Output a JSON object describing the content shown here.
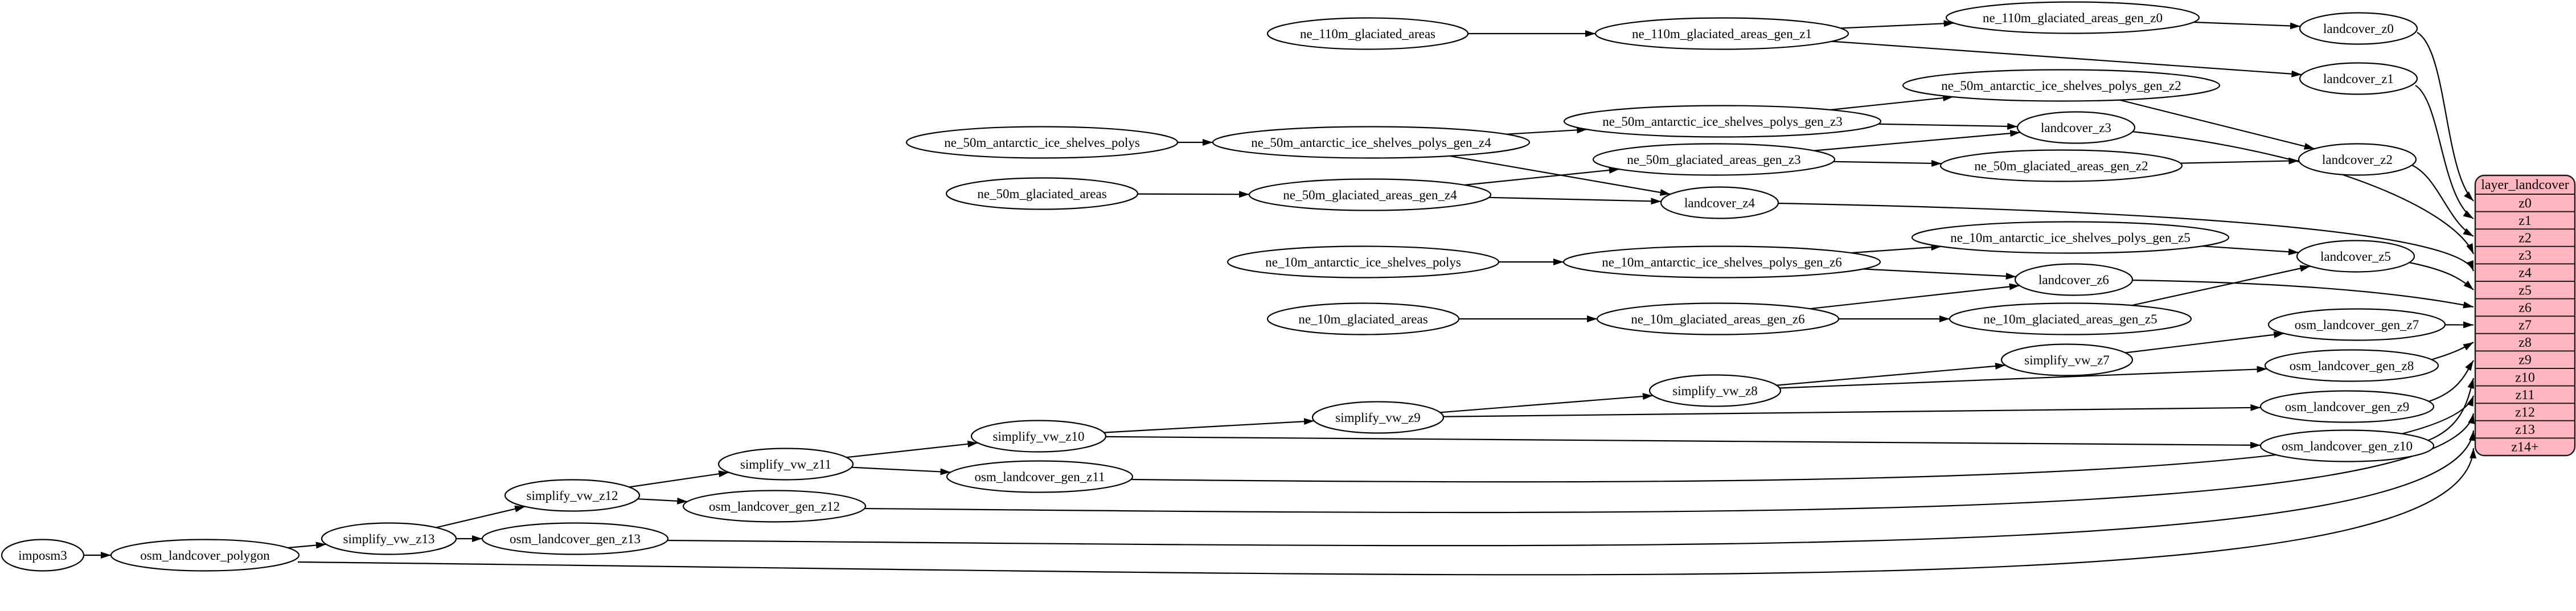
{
  "table": {
    "title": "layer_landcover",
    "rows": [
      "z0",
      "z1",
      "z2",
      "z3",
      "z4",
      "z5",
      "z6",
      "z7",
      "z8",
      "z9",
      "z10",
      "z11",
      "z12",
      "z13",
      "z14+"
    ]
  },
  "nodes": [
    {
      "id": "imposm3",
      "label": "imposm3"
    },
    {
      "id": "osm_landcover_polygon",
      "label": "osm_landcover_polygon"
    },
    {
      "id": "simplify_vw_z13",
      "label": "simplify_vw_z13"
    },
    {
      "id": "osm_landcover_gen_z13",
      "label": "osm_landcover_gen_z13"
    },
    {
      "id": "simplify_vw_z12",
      "label": "simplify_vw_z12"
    },
    {
      "id": "osm_landcover_gen_z12",
      "label": "osm_landcover_gen_z12"
    },
    {
      "id": "simplify_vw_z11",
      "label": "simplify_vw_z11"
    },
    {
      "id": "osm_landcover_gen_z11",
      "label": "osm_landcover_gen_z11"
    },
    {
      "id": "simplify_vw_z10",
      "label": "simplify_vw_z10"
    },
    {
      "id": "simplify_vw_z9",
      "label": "simplify_vw_z9"
    },
    {
      "id": "simplify_vw_z8",
      "label": "simplify_vw_z8"
    },
    {
      "id": "simplify_vw_z7",
      "label": "simplify_vw_z7"
    },
    {
      "id": "osm_landcover_gen_z10",
      "label": "osm_landcover_gen_z10"
    },
    {
      "id": "osm_landcover_gen_z9",
      "label": "osm_landcover_gen_z9"
    },
    {
      "id": "osm_landcover_gen_z8",
      "label": "osm_landcover_gen_z8"
    },
    {
      "id": "osm_landcover_gen_z7",
      "label": "osm_landcover_gen_z7"
    },
    {
      "id": "ne_110m_glaciated_areas",
      "label": "ne_110m_glaciated_areas"
    },
    {
      "id": "ne_110m_glaciated_areas_gen_z1",
      "label": "ne_110m_glaciated_areas_gen_z1"
    },
    {
      "id": "ne_110m_glaciated_areas_gen_z0",
      "label": "ne_110m_glaciated_areas_gen_z0"
    },
    {
      "id": "landcover_z0",
      "label": "landcover_z0"
    },
    {
      "id": "landcover_z1",
      "label": "landcover_z1"
    },
    {
      "id": "ne_50m_antarctic_ice_shelves_polys",
      "label": "ne_50m_antarctic_ice_shelves_polys"
    },
    {
      "id": "ne_50m_antarctic_ice_shelves_polys_gen_z4",
      "label": "ne_50m_antarctic_ice_shelves_polys_gen_z4"
    },
    {
      "id": "ne_50m_antarctic_ice_shelves_polys_gen_z3",
      "label": "ne_50m_antarctic_ice_shelves_polys_gen_z3"
    },
    {
      "id": "ne_50m_antarctic_ice_shelves_polys_gen_z2",
      "label": "ne_50m_antarctic_ice_shelves_polys_gen_z2"
    },
    {
      "id": "ne_50m_glaciated_areas",
      "label": "ne_50m_glaciated_areas"
    },
    {
      "id": "ne_50m_glaciated_areas_gen_z4",
      "label": "ne_50m_glaciated_areas_gen_z4"
    },
    {
      "id": "ne_50m_glaciated_areas_gen_z3",
      "label": "ne_50m_glaciated_areas_gen_z3"
    },
    {
      "id": "ne_50m_glaciated_areas_gen_z2",
      "label": "ne_50m_glaciated_areas_gen_z2"
    },
    {
      "id": "landcover_z2",
      "label": "landcover_z2"
    },
    {
      "id": "landcover_z3",
      "label": "landcover_z3"
    },
    {
      "id": "landcover_z4",
      "label": "landcover_z4"
    },
    {
      "id": "ne_10m_antarctic_ice_shelves_polys",
      "label": "ne_10m_antarctic_ice_shelves_polys"
    },
    {
      "id": "ne_10m_antarctic_ice_shelves_polys_gen_z6",
      "label": "ne_10m_antarctic_ice_shelves_polys_gen_z6"
    },
    {
      "id": "ne_10m_antarctic_ice_shelves_polys_gen_z5",
      "label": "ne_10m_antarctic_ice_shelves_polys_gen_z5"
    },
    {
      "id": "ne_10m_glaciated_areas",
      "label": "ne_10m_glaciated_areas"
    },
    {
      "id": "ne_10m_glaciated_areas_gen_z6",
      "label": "ne_10m_glaciated_areas_gen_z6"
    },
    {
      "id": "ne_10m_glaciated_areas_gen_z5",
      "label": "ne_10m_glaciated_areas_gen_z5"
    },
    {
      "id": "landcover_z5",
      "label": "landcover_z5"
    },
    {
      "id": "landcover_z6",
      "label": "landcover_z6"
    }
  ],
  "edges": [
    {
      "from": "imposm3",
      "to": "osm_landcover_polygon"
    },
    {
      "from": "osm_landcover_polygon",
      "to": "simplify_vw_z13"
    },
    {
      "from": "osm_landcover_polygon",
      "to": "layer_landcover.z14+"
    },
    {
      "from": "simplify_vw_z13",
      "to": "simplify_vw_z12"
    },
    {
      "from": "simplify_vw_z13",
      "to": "osm_landcover_gen_z13"
    },
    {
      "from": "simplify_vw_z12",
      "to": "simplify_vw_z11"
    },
    {
      "from": "simplify_vw_z12",
      "to": "osm_landcover_gen_z12"
    },
    {
      "from": "simplify_vw_z11",
      "to": "simplify_vw_z10"
    },
    {
      "from": "simplify_vw_z11",
      "to": "osm_landcover_gen_z11"
    },
    {
      "from": "simplify_vw_z10",
      "to": "simplify_vw_z9"
    },
    {
      "from": "simplify_vw_z10",
      "to": "osm_landcover_gen_z10"
    },
    {
      "from": "simplify_vw_z9",
      "to": "simplify_vw_z8"
    },
    {
      "from": "simplify_vw_z9",
      "to": "osm_landcover_gen_z9"
    },
    {
      "from": "simplify_vw_z8",
      "to": "simplify_vw_z7"
    },
    {
      "from": "simplify_vw_z8",
      "to": "osm_landcover_gen_z8"
    },
    {
      "from": "simplify_vw_z7",
      "to": "osm_landcover_gen_z7"
    },
    {
      "from": "osm_landcover_gen_z7",
      "to": "layer_landcover.z7"
    },
    {
      "from": "osm_landcover_gen_z8",
      "to": "layer_landcover.z8"
    },
    {
      "from": "osm_landcover_gen_z9",
      "to": "layer_landcover.z9"
    },
    {
      "from": "osm_landcover_gen_z10",
      "to": "layer_landcover.z10"
    },
    {
      "from": "osm_landcover_gen_z11",
      "to": "layer_landcover.z11"
    },
    {
      "from": "osm_landcover_gen_z12",
      "to": "layer_landcover.z12"
    },
    {
      "from": "osm_landcover_gen_z13",
      "to": "layer_landcover.z13"
    },
    {
      "from": "ne_110m_glaciated_areas",
      "to": "ne_110m_glaciated_areas_gen_z1"
    },
    {
      "from": "ne_110m_glaciated_areas_gen_z1",
      "to": "ne_110m_glaciated_areas_gen_z0"
    },
    {
      "from": "ne_110m_glaciated_areas_gen_z1",
      "to": "landcover_z1"
    },
    {
      "from": "ne_110m_glaciated_areas_gen_z0",
      "to": "landcover_z0"
    },
    {
      "from": "landcover_z0",
      "to": "layer_landcover.z0"
    },
    {
      "from": "landcover_z1",
      "to": "layer_landcover.z1"
    },
    {
      "from": "ne_50m_antarctic_ice_shelves_polys",
      "to": "ne_50m_antarctic_ice_shelves_polys_gen_z4"
    },
    {
      "from": "ne_50m_antarctic_ice_shelves_polys_gen_z4",
      "to": "ne_50m_antarctic_ice_shelves_polys_gen_z3"
    },
    {
      "from": "ne_50m_antarctic_ice_shelves_polys_gen_z4",
      "to": "landcover_z4"
    },
    {
      "from": "ne_50m_antarctic_ice_shelves_polys_gen_z3",
      "to": "ne_50m_antarctic_ice_shelves_polys_gen_z2"
    },
    {
      "from": "ne_50m_antarctic_ice_shelves_polys_gen_z3",
      "to": "landcover_z3"
    },
    {
      "from": "ne_50m_antarctic_ice_shelves_polys_gen_z2",
      "to": "landcover_z2"
    },
    {
      "from": "ne_50m_glaciated_areas",
      "to": "ne_50m_glaciated_areas_gen_z4"
    },
    {
      "from": "ne_50m_glaciated_areas_gen_z4",
      "to": "ne_50m_glaciated_areas_gen_z3"
    },
    {
      "from": "ne_50m_glaciated_areas_gen_z4",
      "to": "landcover_z4"
    },
    {
      "from": "ne_50m_glaciated_areas_gen_z3",
      "to": "ne_50m_glaciated_areas_gen_z2"
    },
    {
      "from": "ne_50m_glaciated_areas_gen_z3",
      "to": "landcover_z3"
    },
    {
      "from": "ne_50m_glaciated_areas_gen_z2",
      "to": "landcover_z2"
    },
    {
      "from": "landcover_z2",
      "to": "layer_landcover.z2"
    },
    {
      "from": "landcover_z3",
      "to": "layer_landcover.z3"
    },
    {
      "from": "landcover_z4",
      "to": "layer_landcover.z4"
    },
    {
      "from": "ne_10m_antarctic_ice_shelves_polys",
      "to": "ne_10m_antarctic_ice_shelves_polys_gen_z6"
    },
    {
      "from": "ne_10m_antarctic_ice_shelves_polys_gen_z6",
      "to": "ne_10m_antarctic_ice_shelves_polys_gen_z5"
    },
    {
      "from": "ne_10m_antarctic_ice_shelves_polys_gen_z6",
      "to": "landcover_z6"
    },
    {
      "from": "ne_10m_antarctic_ice_shelves_polys_gen_z5",
      "to": "landcover_z5"
    },
    {
      "from": "ne_10m_glaciated_areas",
      "to": "ne_10m_glaciated_areas_gen_z6"
    },
    {
      "from": "ne_10m_glaciated_areas_gen_z6",
      "to": "ne_10m_glaciated_areas_gen_z5"
    },
    {
      "from": "ne_10m_glaciated_areas_gen_z6",
      "to": "landcover_z6"
    },
    {
      "from": "ne_10m_glaciated_areas_gen_z5",
      "to": "landcover_z5"
    },
    {
      "from": "landcover_z5",
      "to": "layer_landcover.z5"
    },
    {
      "from": "landcover_z6",
      "to": "layer_landcover.z6"
    }
  ],
  "colors": {
    "background": "#ffffff",
    "node_fill": "#ffffff",
    "node_stroke": "#000000",
    "edge": "#000000",
    "table_fill": "#ffb6c1",
    "table_stroke": "#1a1a1a"
  }
}
